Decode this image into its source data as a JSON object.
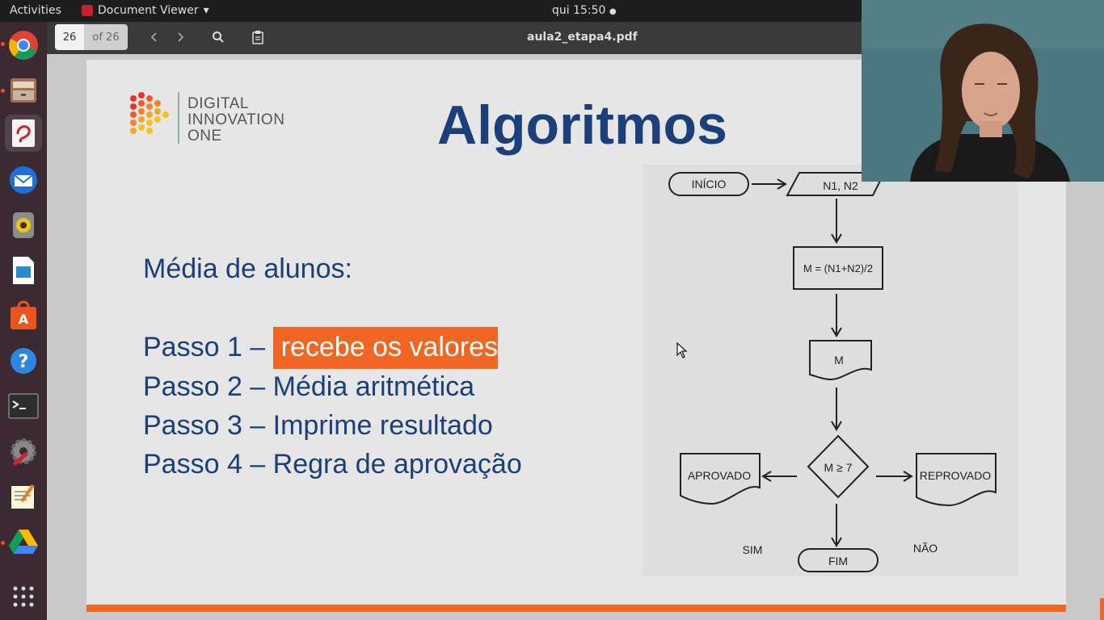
{
  "topbar": {
    "activities": "Activities",
    "app_name": "Document Viewer",
    "app_menu_arrow": "▾",
    "clock": "qui 15:50",
    "clock_dot": "●"
  },
  "dock": {
    "items": [
      "chrome",
      "files",
      "document-viewer",
      "thunderbird",
      "rhythmbox",
      "libreoffice-impress",
      "software-center",
      "help",
      "terminal",
      "settings",
      "text-editor",
      "google-drive",
      "show-applications"
    ]
  },
  "viewer": {
    "page_current": "26",
    "page_total": "of 26",
    "filename": "aula2_etapa4.pdf"
  },
  "slide": {
    "logo_lines": [
      "DIGITAL",
      "INNOVATION",
      "ONE"
    ],
    "title": "Algoritmos",
    "subtitle": "Média de alunos:",
    "steps": [
      {
        "prefix": "Passo 1 – ",
        "text": "recebe os valores",
        "highlighted": true
      },
      {
        "prefix": "Passo 2 – ",
        "text": "Média aritmética",
        "highlighted": false
      },
      {
        "prefix": "Passo 3 – ",
        "text": "Imprime resultado",
        "highlighted": false
      },
      {
        "prefix": "Passo 4 – ",
        "text": "Regra de aprovação",
        "highlighted": false
      }
    ],
    "flowchart": {
      "start": "INÍCIO",
      "input": "N1, N2",
      "process": "M = (N1+N2)/2",
      "output": "M",
      "decision": "M ≥ 7",
      "approved": "APROVADO",
      "rejected": "REPROVADO",
      "yes_label": "SIM",
      "no_label": "NÃO",
      "end": "FIM"
    }
  },
  "colors": {
    "accent": "#f26522",
    "title_blue": "#1a3f7a",
    "dock": "#3b2a32",
    "topbar": "#1d1d1d"
  }
}
